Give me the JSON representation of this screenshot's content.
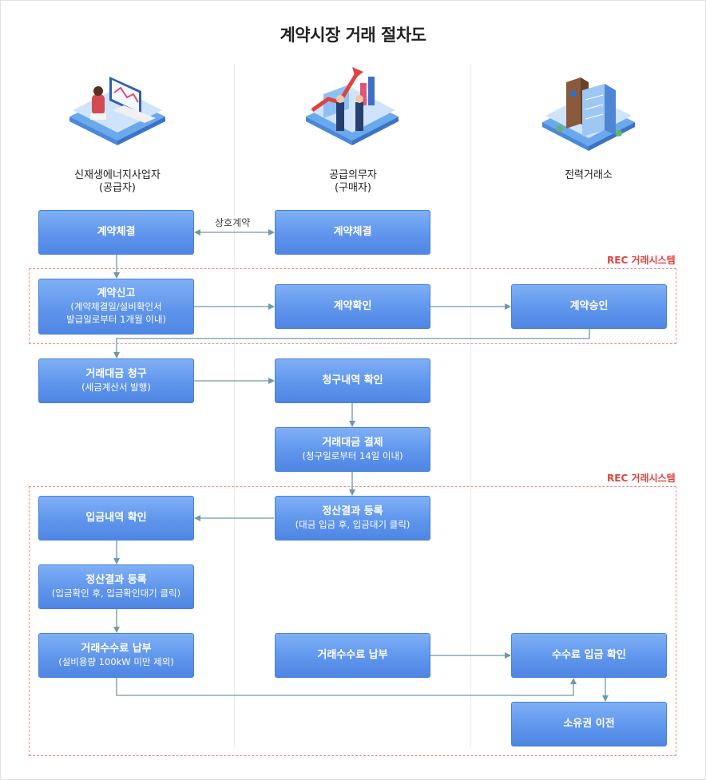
{
  "title": "계약시장 거래 절차도",
  "columns": [
    {
      "label": "신재생에너지사업자",
      "sub": "(공급자)"
    },
    {
      "label": "공급의무자",
      "sub": "(구매자)"
    },
    {
      "label": "전력거래소",
      "sub": ""
    }
  ],
  "mutual_label": "상호계약",
  "rec_label": "REC 거래시스템",
  "boxes": {
    "supplier_contract": {
      "main": "계약체결",
      "sub": ""
    },
    "buyer_contract": {
      "main": "계약체결",
      "sub": ""
    },
    "contract_report": {
      "main": "계약신고",
      "sub": "(계약체결일/설비확인서\n발급일로부터 1개월 이내)"
    },
    "contract_confirm": {
      "main": "계약확인",
      "sub": ""
    },
    "contract_approve": {
      "main": "계약승인",
      "sub": ""
    },
    "payment_request": {
      "main": "거래대금 청구",
      "sub": "(세금계산서 발행)"
    },
    "request_confirm": {
      "main": "청구내역 확인",
      "sub": ""
    },
    "payment_settle": {
      "main": "거래대금 결제",
      "sub": "(청구일로부터 14일 이내)"
    },
    "buyer_register": {
      "main": "정산결과 등록",
      "sub": "(대금 입금 후, 입금대기 클릭)"
    },
    "deposit_confirm": {
      "main": "입금내역 확인",
      "sub": ""
    },
    "supplier_register": {
      "main": "정산결과 등록",
      "sub": "(입금확인 후, 입금확인대기 클릭)"
    },
    "supplier_fee": {
      "main": "거래수수료 납부",
      "sub": "(설비용량 100kW 미만 제외)"
    },
    "buyer_fee": {
      "main": "거래수수료 납부",
      "sub": ""
    },
    "fee_confirm": {
      "main": "수수료 입금 확인",
      "sub": ""
    },
    "ownership": {
      "main": "소유권 이전",
      "sub": ""
    }
  },
  "colors": {
    "box_top": "#7fb0f6",
    "box_bottom": "#4f86e3",
    "arrow": "#6f99a8",
    "dashed": "#f08a8a",
    "rec_text": "#e0433f"
  }
}
